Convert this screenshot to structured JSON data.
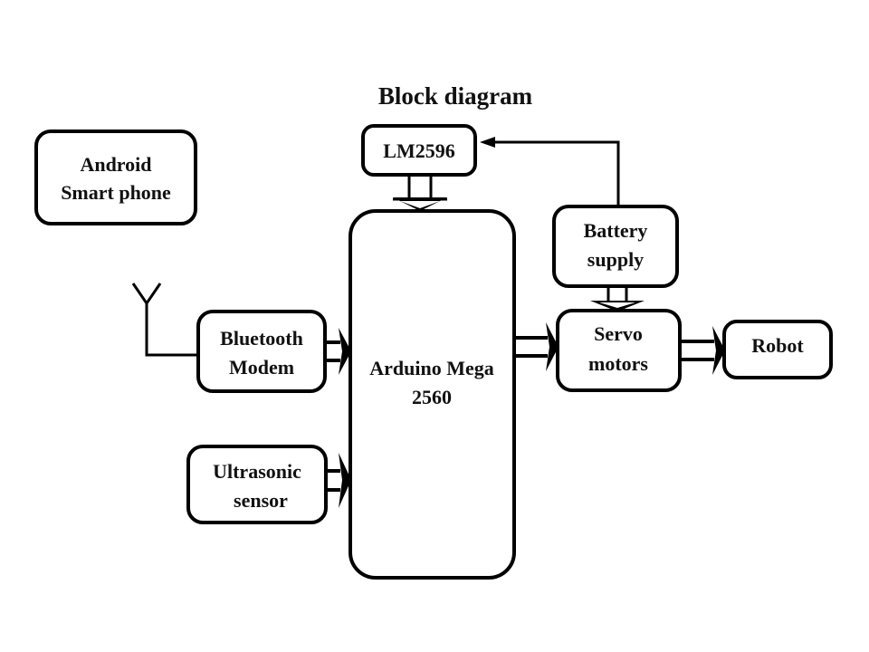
{
  "title": "Block diagram",
  "blocks": {
    "lm2596": {
      "lines": [
        "LM2596"
      ]
    },
    "android": {
      "lines": [
        "Android",
        "Smart phone"
      ]
    },
    "arduino": {
      "lines": [
        "Arduino Mega",
        "2560"
      ]
    },
    "battery": {
      "lines": [
        "Battery",
        "supply"
      ]
    },
    "bluetooth": {
      "lines": [
        "Bluetooth",
        "Modem"
      ]
    },
    "servo": {
      "lines": [
        "Servo",
        "motors"
      ]
    },
    "robot": {
      "lines": [
        "Robot"
      ]
    },
    "ultrasonic": {
      "lines": [
        "Ultrasonic",
        "sensor"
      ]
    }
  },
  "connections": [
    {
      "from": "lm2596",
      "to": "arduino",
      "type": "double-arrow"
    },
    {
      "from": "bluetooth",
      "to": "arduino",
      "type": "double-arrow"
    },
    {
      "from": "ultrasonic",
      "to": "arduino",
      "type": "double-arrow"
    },
    {
      "from": "arduino",
      "to": "servo",
      "type": "double-arrow"
    },
    {
      "from": "servo",
      "to": "robot",
      "type": "double-arrow"
    },
    {
      "from": "battery",
      "to": "servo",
      "type": "double-arrow"
    },
    {
      "from": "battery",
      "to": "lm2596",
      "type": "single-arrow"
    },
    {
      "from": "antenna",
      "to": "bluetooth",
      "type": "line"
    }
  ],
  "icons": [
    "antenna-icon"
  ]
}
